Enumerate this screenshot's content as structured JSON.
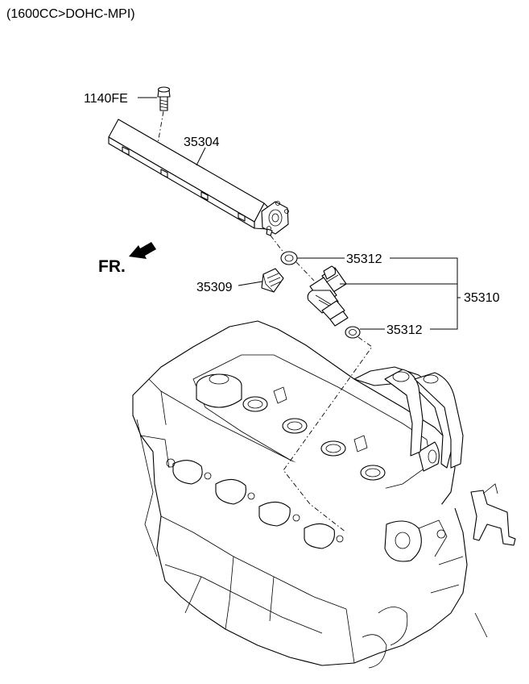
{
  "header": {
    "note": "(1600CC>DOHC-MPI)"
  },
  "direction": {
    "label": "FR."
  },
  "parts": {
    "bolt": {
      "number": "1140FE"
    },
    "fuel_rail": {
      "number": "35304"
    },
    "o_ring_upper": {
      "number": "35312"
    },
    "injector_assy": {
      "number": "35310"
    },
    "clip": {
      "number": "35309"
    },
    "o_ring_lower": {
      "number": "35312"
    }
  }
}
